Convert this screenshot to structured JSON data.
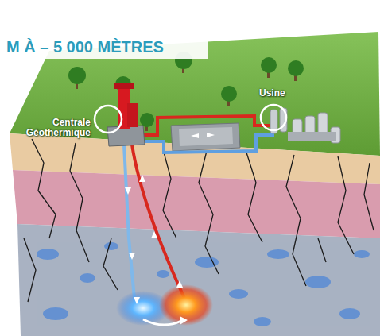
{
  "diagram": {
    "title": "M À – 5 000 MÈTRES",
    "labels": [
      "Centrale Géothermique",
      "Usine"
    ]
  }
}
